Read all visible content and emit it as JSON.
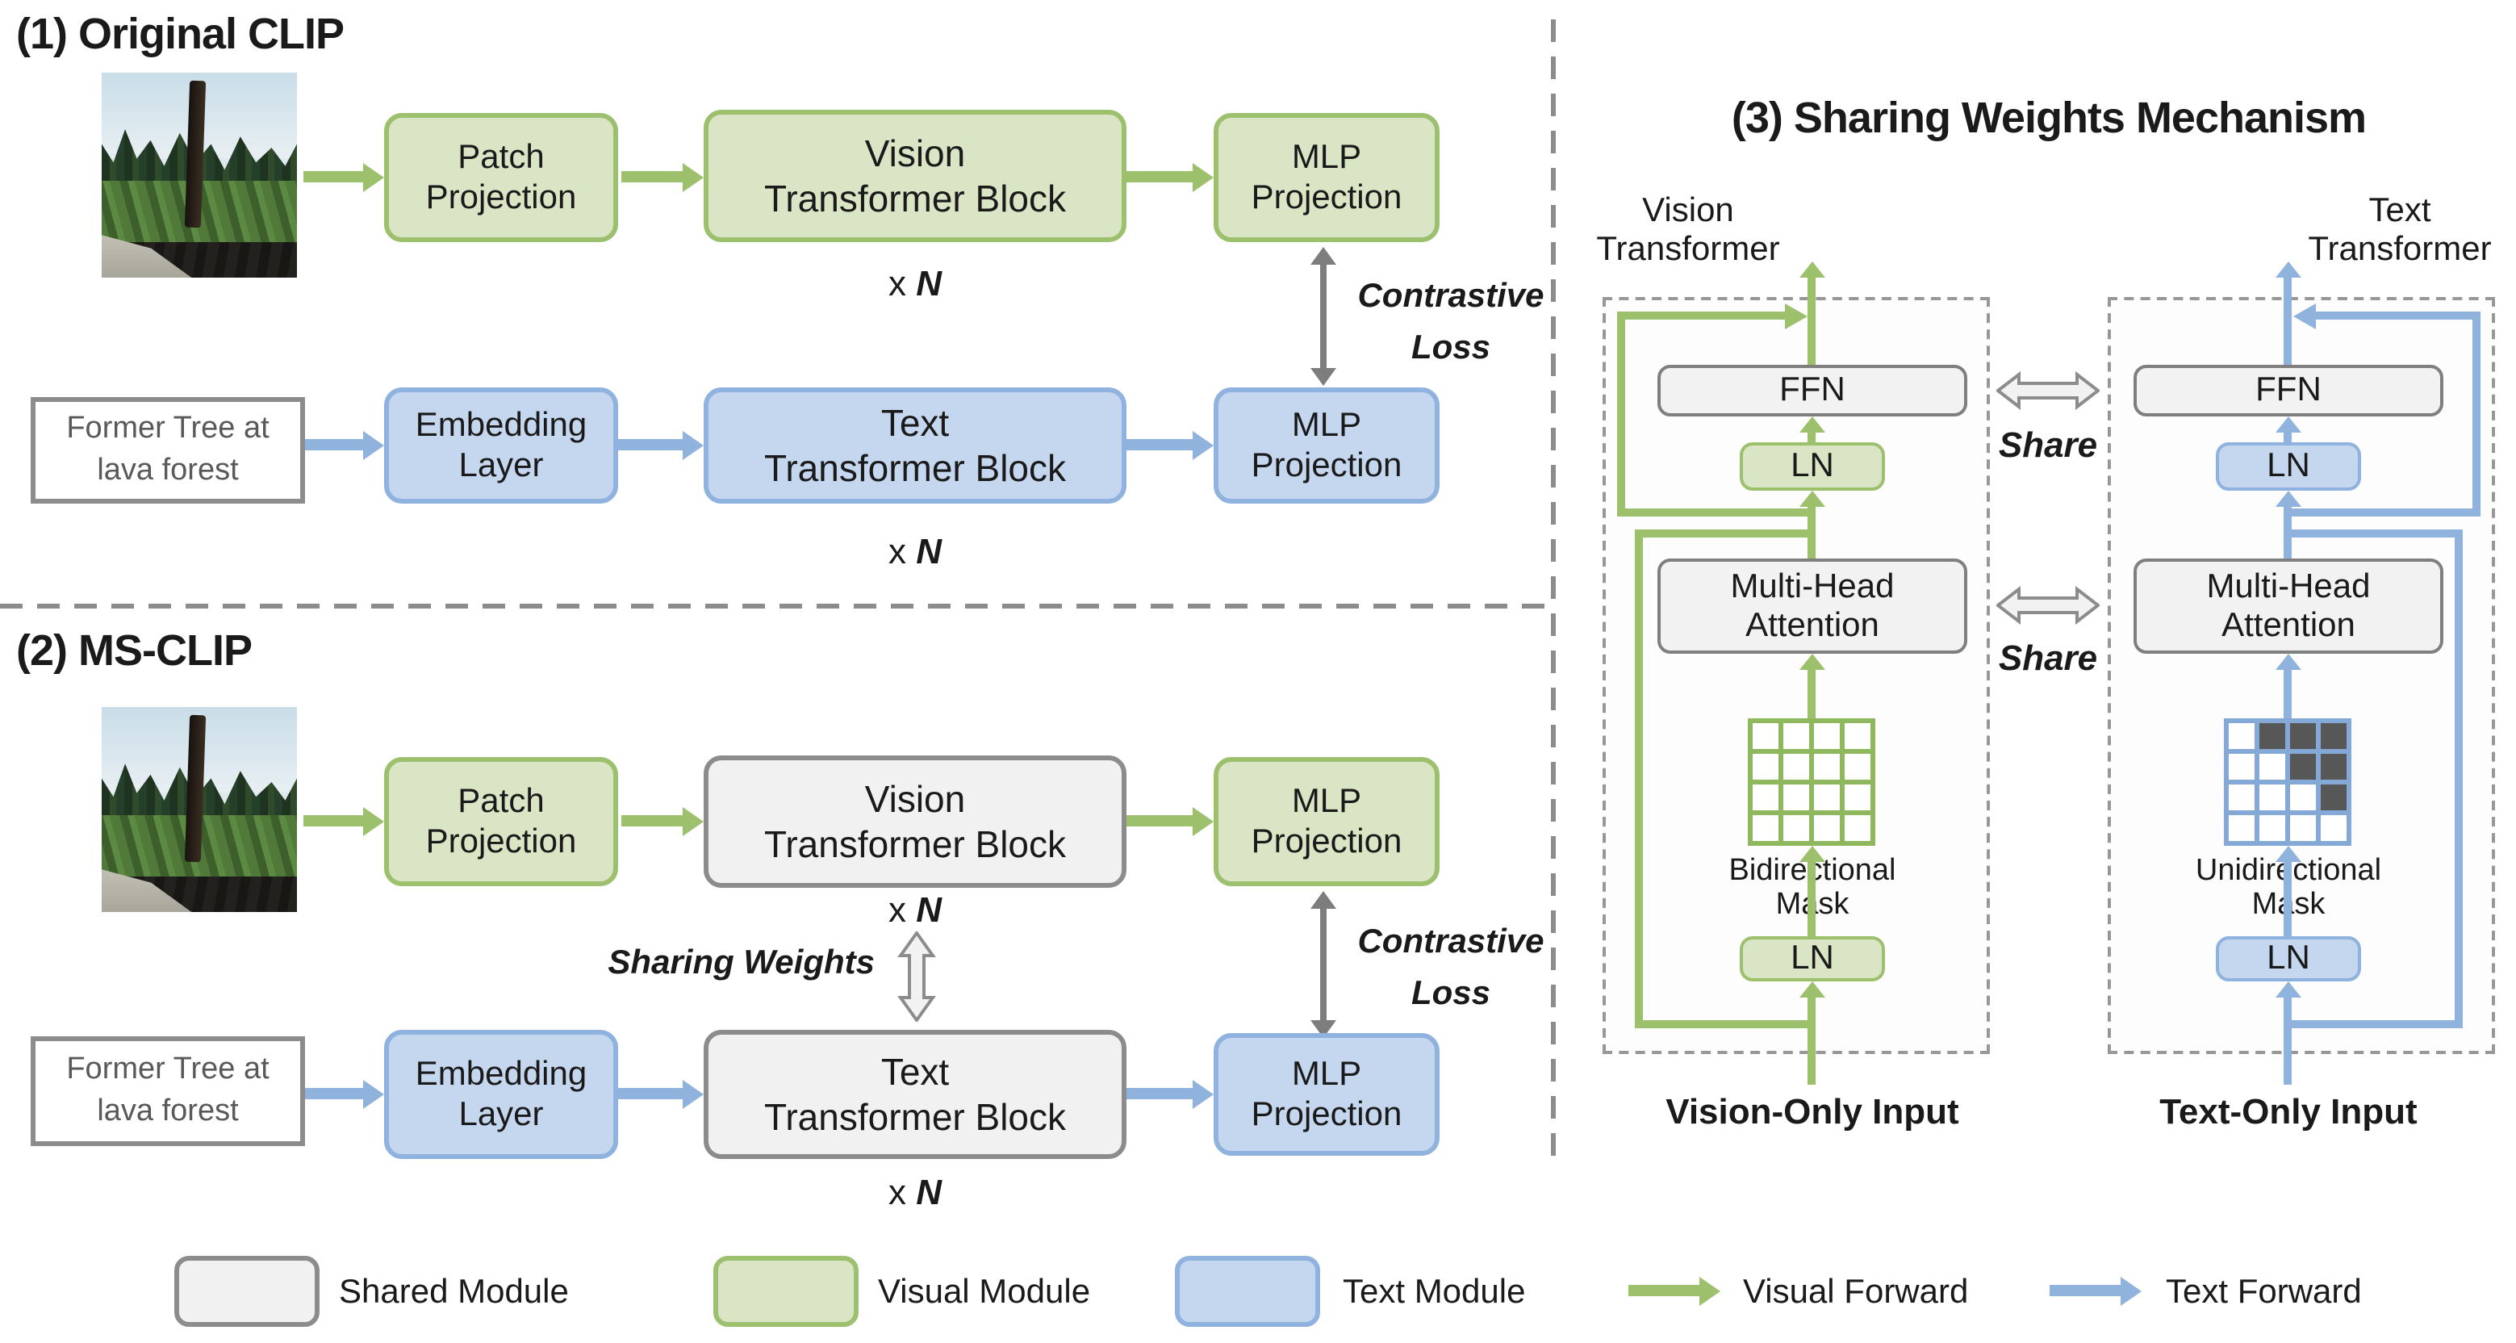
{
  "shared": {
    "xn_x": "x",
    "xn_n": "N"
  },
  "panel1": {
    "title": "(1) Original CLIP",
    "input_lines": [
      "Former Tree at",
      "lava forest"
    ],
    "patch": [
      "Patch",
      "Projection"
    ],
    "vision_block": [
      "Vision",
      "Transformer Block"
    ],
    "mlp": [
      "MLP",
      "Projection"
    ],
    "embedding": [
      "Embedding",
      "Layer"
    ],
    "text_block": [
      "Text",
      "Transformer Block"
    ],
    "loss": [
      "Contrastive",
      "Loss"
    ]
  },
  "panel2": {
    "title": "(2) MS-CLIP",
    "input_lines": [
      "Former Tree at",
      "lava forest"
    ],
    "patch": [
      "Patch",
      "Projection"
    ],
    "vision_block": [
      "Vision",
      "Transformer Block"
    ],
    "mlp": [
      "MLP",
      "Projection"
    ],
    "embedding": [
      "Embedding",
      "Layer"
    ],
    "text_block": [
      "Text",
      "Transformer Block"
    ],
    "loss": [
      "Contrastive",
      "Loss"
    ],
    "sharing": "Sharing Weights"
  },
  "panel3": {
    "title": "(3) Sharing Weights Mechanism",
    "vision_column": [
      "Vision",
      "Transformer"
    ],
    "text_column": [
      "Text",
      "Transformer"
    ],
    "ffn": "FFN",
    "ln": "LN",
    "mha": [
      "Multi-Head",
      "Attention"
    ],
    "bidirectional": [
      "Bidirectional",
      "Mask"
    ],
    "unidirectional": [
      "Unidirectional",
      "Mask"
    ],
    "share": "Share",
    "vision_input": "Vision-Only Input",
    "text_input": "Text-Only Input",
    "masks": {
      "bidirectional": [
        [
          0,
          0,
          0,
          0
        ],
        [
          0,
          0,
          0,
          0
        ],
        [
          0,
          0,
          0,
          0
        ],
        [
          0,
          0,
          0,
          0
        ]
      ],
      "unidirectional": [
        [
          0,
          1,
          1,
          1
        ],
        [
          0,
          0,
          1,
          1
        ],
        [
          0,
          0,
          0,
          1
        ],
        [
          0,
          0,
          0,
          0
        ]
      ]
    }
  },
  "legend": {
    "shared": "Shared Module",
    "visual": "Visual Module",
    "text": "Text Module",
    "visual_forward": "Visual Forward",
    "text_forward": "Text Forward"
  },
  "colors": {
    "visual_fill": "#d9e5c4",
    "visual_border": "#9dc06f",
    "text_fill": "#c5d7ee",
    "text_border": "#8fb2de",
    "shared_fill": "#f1f1f1",
    "shared_border": "#8c8c8c",
    "visual_arrow": "#9dc06c",
    "text_arrow": "#8fb3dc",
    "loss_arrow": "#7d7d7d",
    "mask_dark": "#575757"
  }
}
